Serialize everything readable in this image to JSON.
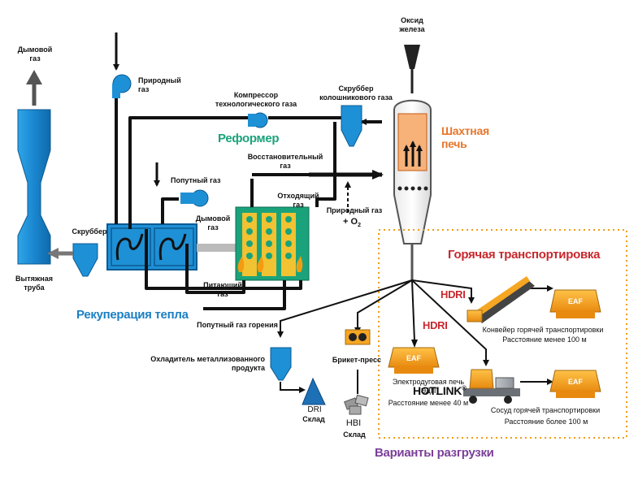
{
  "labels": {
    "flue_gas": "Дымовой\nгаз",
    "stack": "Вытяжная\nтруба",
    "scrubber": "Скруббер",
    "natural_gas_top": "Природный\nгаз",
    "process_gas_compressor": "Компрессор\nтехнологического газа",
    "top_gas_scrubber": "Скруббер\nколошникового газа",
    "iron_oxide": "Оксид\nжелеза",
    "reducing_gas": "Восстановительный\nгаз",
    "associated_gas": "Попутный газ",
    "flue_gas_mid": "Дымовой\nгаз",
    "off_gas": "Отходящий\nгаз",
    "natural_gas_o2": "Природный газ",
    "o2": "+ O",
    "o2_sub": "2",
    "feed_gas": "Питающий\nгаз",
    "fuel_gas": "Попутный газ горения",
    "product_cooler": "Охладитель металлизованного\nпродукта",
    "dri": "DRI",
    "dri_store": "Склад",
    "briquette_press": "Брикет-пресс",
    "hbi": "HBI",
    "hbi_store": "Склад",
    "eaf": "EAF",
    "hdri": "HDRI",
    "eaf_desc": "Электродуговая печь\n(ЭДП)",
    "hotlink": "HOTLINK",
    "hotlink_reg": "®",
    "eaf_dist": "Расстояние менее 40 м",
    "conveyor": "Конвейер горячей транспортировки",
    "conveyor_dist": "Расстояние менее 100 м",
    "vessel": "Сосуд горячей транспортировки",
    "vessel_dist": "Расстояние более 100 м"
  },
  "headers": {
    "reformer": "Реформер",
    "shaft_furnace": "Шахтная\nпечь",
    "heat_recovery": "Рекуперация тепла",
    "hot_transport": "Горячая транспортировка",
    "discharge_options": "Варианты разгрузки"
  },
  "colors": {
    "stack_blue": "#1e90d6",
    "reformer_green": "#1aa37a",
    "shaft_orange": "#e8762b",
    "heat_blue": "#1a7fc4",
    "hot_red": "#c8282d",
    "discharge_purple": "#7b3f98",
    "eaf_orange": "#f5a623",
    "pipe": "#111111"
  }
}
